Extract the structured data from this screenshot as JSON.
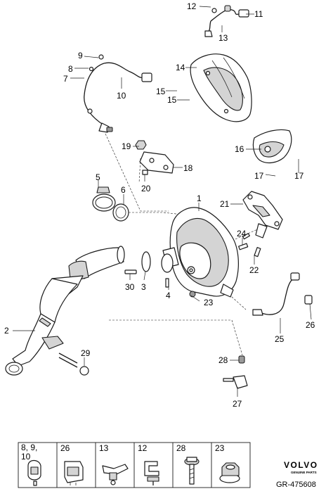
{
  "callouts": [
    "1",
    "2",
    "3",
    "4",
    "5",
    "6",
    "7",
    "8",
    "9",
    "10",
    "11",
    "12",
    "13",
    "14",
    "15",
    "15",
    "16",
    "17",
    "17",
    "18",
    "19",
    "20",
    "21",
    "22",
    "23",
    "24",
    "25",
    "26",
    "27",
    "28",
    "29",
    "30"
  ],
  "legend": [
    {
      "label_line1": "8, 9,",
      "label_line2": "10"
    },
    {
      "label_line1": "26",
      "label_line2": ""
    },
    {
      "label_line1": "13",
      "label_line2": ""
    },
    {
      "label_line1": "12",
      "label_line2": ""
    },
    {
      "label_line1": "28",
      "label_line2": ""
    },
    {
      "label_line1": "23",
      "label_line2": ""
    }
  ],
  "brand": {
    "name": "VOLVO",
    "subtitle": "GENUINE PARTS"
  },
  "reference": "GR-475608"
}
